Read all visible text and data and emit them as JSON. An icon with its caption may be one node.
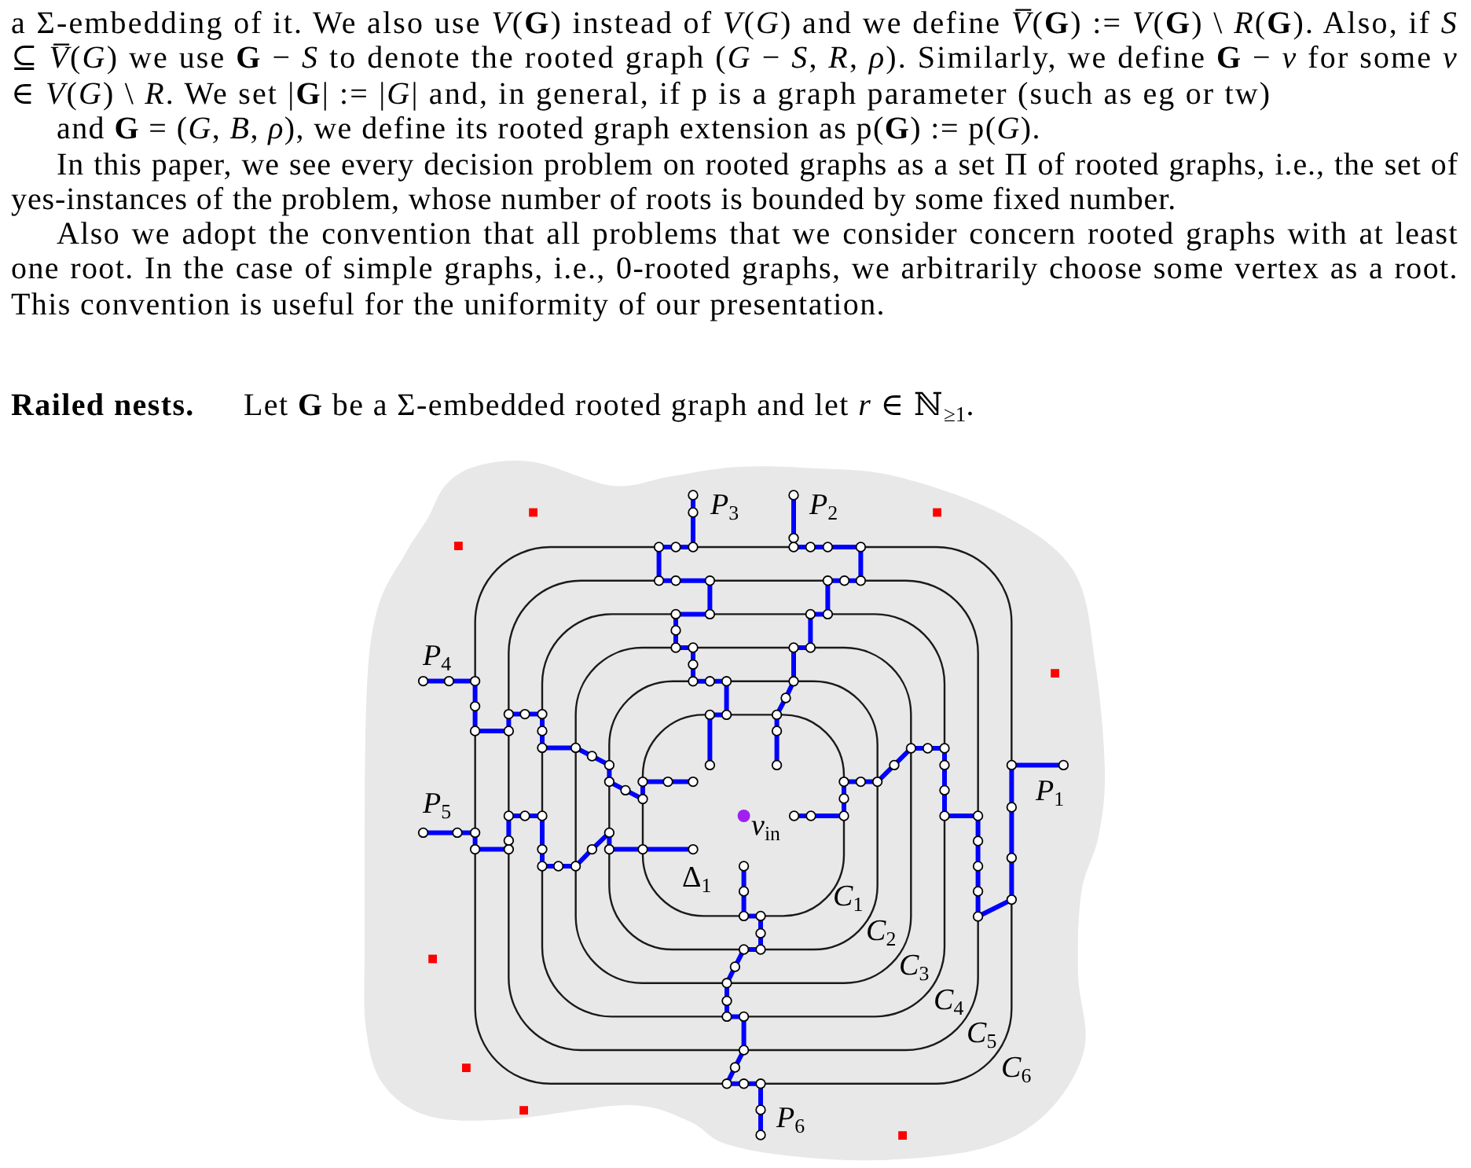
{
  "diagram": {
    "labels": [
      "a Σ-embedding of it. We also use *V*(**G**) instead of *V*(*G*) and we define *V̅*(**G**) := *V*(**G**) \\ *R*(**G**). Also, if *S* ⊆ *V̅*(*G*) we use **G** − *S* to denote the rooted graph (*G* − *S*, *R*, *ρ*). Similarly, we define **G** − *v* for some *v* ∈ *V*(*G*) \\ *R*. We set |**G**| := |*G*| and, in general, if p is a graph parameter (such as eg or tw)",
      "and **G** = (*G*, *B*, *ρ*), we define its rooted graph extension as p(**G**) := p(*G*).",
      "In this paper, we see every decision problem on rooted graphs as a set Π of rooted graphs, i.e., the set of yes-instances of the problem, whose number of roots is bounded by some fixed number.",
      "Also we adopt the convention that all problems that we consider concern rooted graphs with at least one root. In the case of simple graphs, i.e., 0-rooted graphs, we arbitrarily choose some vertex as a root. This convention is useful for the uniformity of our presentation.",
      "Railed nests.",
      "Let **G** be a Σ-embedded rooted graph and let *r* ∈ ℕ$_{≥1}$.",
      "*P*$_{3}$",
      "*P*$_{2}$",
      "*P*$_{4}$",
      "*P*$_{1}$",
      "*P*$_{5}$",
      "*v*$_{in}$",
      "Δ$_{1}$",
      "*C*$_{1}$",
      "*C*$_{2}$",
      "*C*$_{3}$",
      "*C*$_{4}$",
      "*C*$_{5}$",
      "*C*$_{6}$",
      "*P*$_{6}$"
    ]
  }
}
